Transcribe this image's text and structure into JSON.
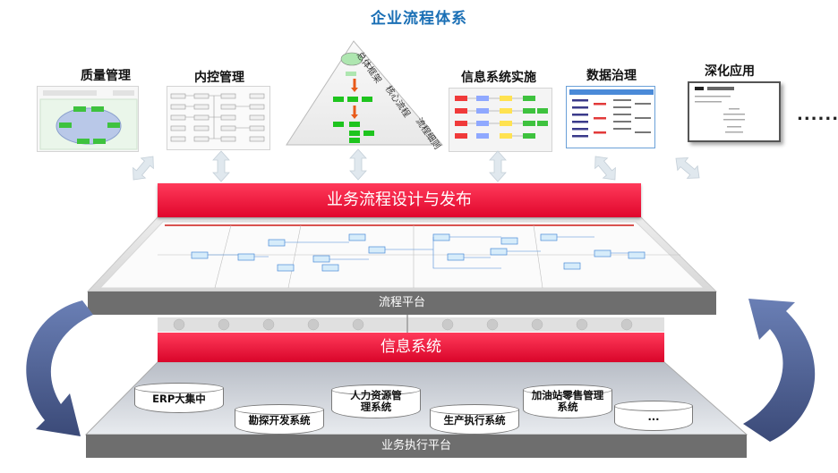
{
  "title": "企业流程体系",
  "top_sections": {
    "quality": "质量管理",
    "internal_control": "内控管理",
    "info_system_impl": "信息系统实施",
    "data_governance": "数据治理",
    "deep_application": "深化应用",
    "more": "......"
  },
  "pyramid": {
    "level1": "总体框架",
    "level2": "核心流程",
    "level3": "流程细则"
  },
  "banner": "业务流程设计与发布",
  "process_platform": "流程平台",
  "info_system": "信息系统",
  "databases": [
    {
      "label": "ERP大集中"
    },
    {
      "label": "勘探开发系统"
    },
    {
      "label": "人力资源管理系统"
    },
    {
      "label": "生产执行系统"
    },
    {
      "label": "加油站零售管理系统"
    },
    {
      "label": "..."
    }
  ],
  "execution_platform": "业务执行平台",
  "colors": {
    "title": "#1a6fb5",
    "banner_red": "#e0062c",
    "platform_gray": "#6b6b6b",
    "arrow_blue": "#4a5a8c",
    "arrow_light": "#dfe8ee"
  }
}
